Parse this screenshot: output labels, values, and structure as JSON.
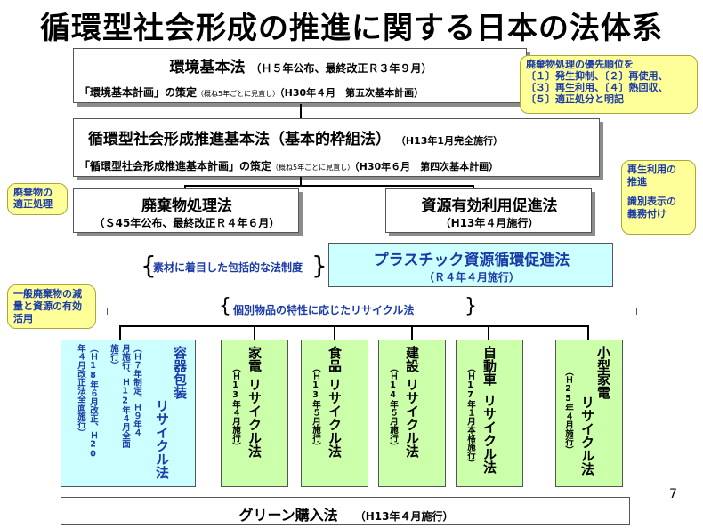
{
  "title": "循環型社会形成の推進に関する日本の法体系",
  "basic_env": {
    "name": "環境基本法",
    "detail": "（Ｈ５年公布、最終改正Ｒ３年９月）",
    "plan_prefix": "「環境基本計画」の策定",
    "plan_note": "（概ね5年ごとに見直し）",
    "plan_detail": "（H30年４月　第五次基本計画）"
  },
  "note_priority": {
    "line1": "廃棄物処理の優先順位を",
    "line2": "〔１〕発生抑制、〔２〕再使用、",
    "line3": "〔３〕再生利用、〔４〕熱回収、",
    "line4": "〔５〕適正処分と明記"
  },
  "recycling_society": {
    "name": "循環型社会形成推進基本法（基本的枠組法）",
    "detail": "（H13年1月完全施行）",
    "plan_prefix": "「循環型社会形成推進基本計画」の策定",
    "plan_note": "（概ね5年ごとに見直し）",
    "plan_detail": "（H30年６月　第四次基本計画）"
  },
  "note_waste_proper": {
    "line1": "廃棄物の",
    "line2": "適正処理"
  },
  "note_recycle": {
    "line1": "再生利用の",
    "line2": "推進",
    "line3": "識別表示の",
    "line4": "義務付け"
  },
  "waste_law": {
    "name": "廃棄物処理法",
    "detail": "（Ｓ45年公布、最終改正Ｒ４年６月）"
  },
  "resource_law": {
    "name": "資源有効利用促進法",
    "detail": "（H13年４月施行）"
  },
  "material_label": "素材に着目した包括的な法制度",
  "plastic_law": {
    "name": "プラスチック資源循環促進法",
    "detail": "（Ｒ４年４月施行）"
  },
  "individual_label": "個別物品の特性に応じたリサイクル法",
  "note_general_waste": {
    "line1": "一般廃棄物の減",
    "line2": "量と資源の有効",
    "line3": "活用"
  },
  "packaging": {
    "name1": "容器包装",
    "name2": "リサイクル法",
    "detail_cols": [
      "（Ｈ７年制定、Ｈ９年４",
      "月施行、Ｈ12年４月全面",
      "施行）",
      "（Ｈ18年６月改正、Ｈ20",
      "年４月改正法全面施行）"
    ]
  },
  "recycle_laws": [
    {
      "name1": "家電",
      "name2": "リサイクル法",
      "detail": "（Ｈ13年４月施行）"
    },
    {
      "name1": "食品",
      "name2": "リサイクル法",
      "detail": "（Ｈ13年５月施行）"
    },
    {
      "name1": "建設",
      "name2": "リサイクル法",
      "detail": "（Ｈ14年５月施行）"
    },
    {
      "name1": "自動車",
      "name2": "リサイクル法",
      "detail": "（Ｈ17年１月本格施行）"
    },
    {
      "name1": "小型家電",
      "name2": "リサイクル法",
      "detail": "（Ｈ25年４月施行）"
    }
  ],
  "green_purchase": {
    "name": "グリーン購入法",
    "detail": "（H13年４月施行）"
  },
  "page_number": "7"
}
